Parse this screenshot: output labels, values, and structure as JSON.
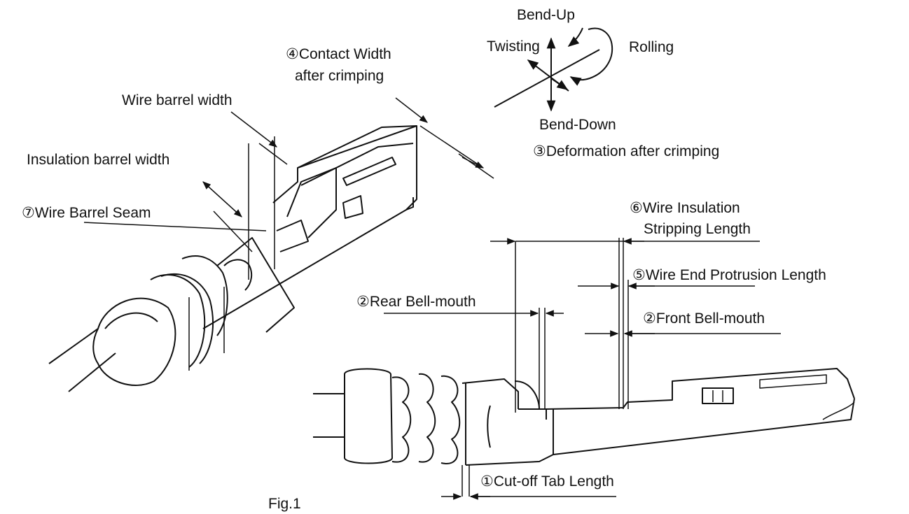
{
  "diagram": {
    "figure_caption": "Fig.1",
    "deformation_axes": {
      "bend_up": "Bend-Up",
      "bend_down": "Bend-Down",
      "twisting": "Twisting",
      "rolling": "Rolling"
    },
    "labels": {
      "contact_width_line1": "④Contact Width",
      "contact_width_line2": "after crimping",
      "deformation": "③Deformation after crimping",
      "wire_barrel_width": "Wire barrel width",
      "insulation_barrel_width": "Insulation barrel width",
      "wire_barrel_seam": "⑦Wire Barrel Seam",
      "stripping_length_line1": "⑥Wire Insulation",
      "stripping_length_line2": "Stripping Length",
      "wire_end_protrusion": "⑤Wire End Protrusion Length",
      "rear_bell_mouth": "②Rear Bell-mouth",
      "front_bell_mouth": "②Front Bell-mouth",
      "cut_off_tab": "①Cut-off Tab Length"
    },
    "colors": {
      "ink": "#111111",
      "background": "#ffffff"
    }
  }
}
